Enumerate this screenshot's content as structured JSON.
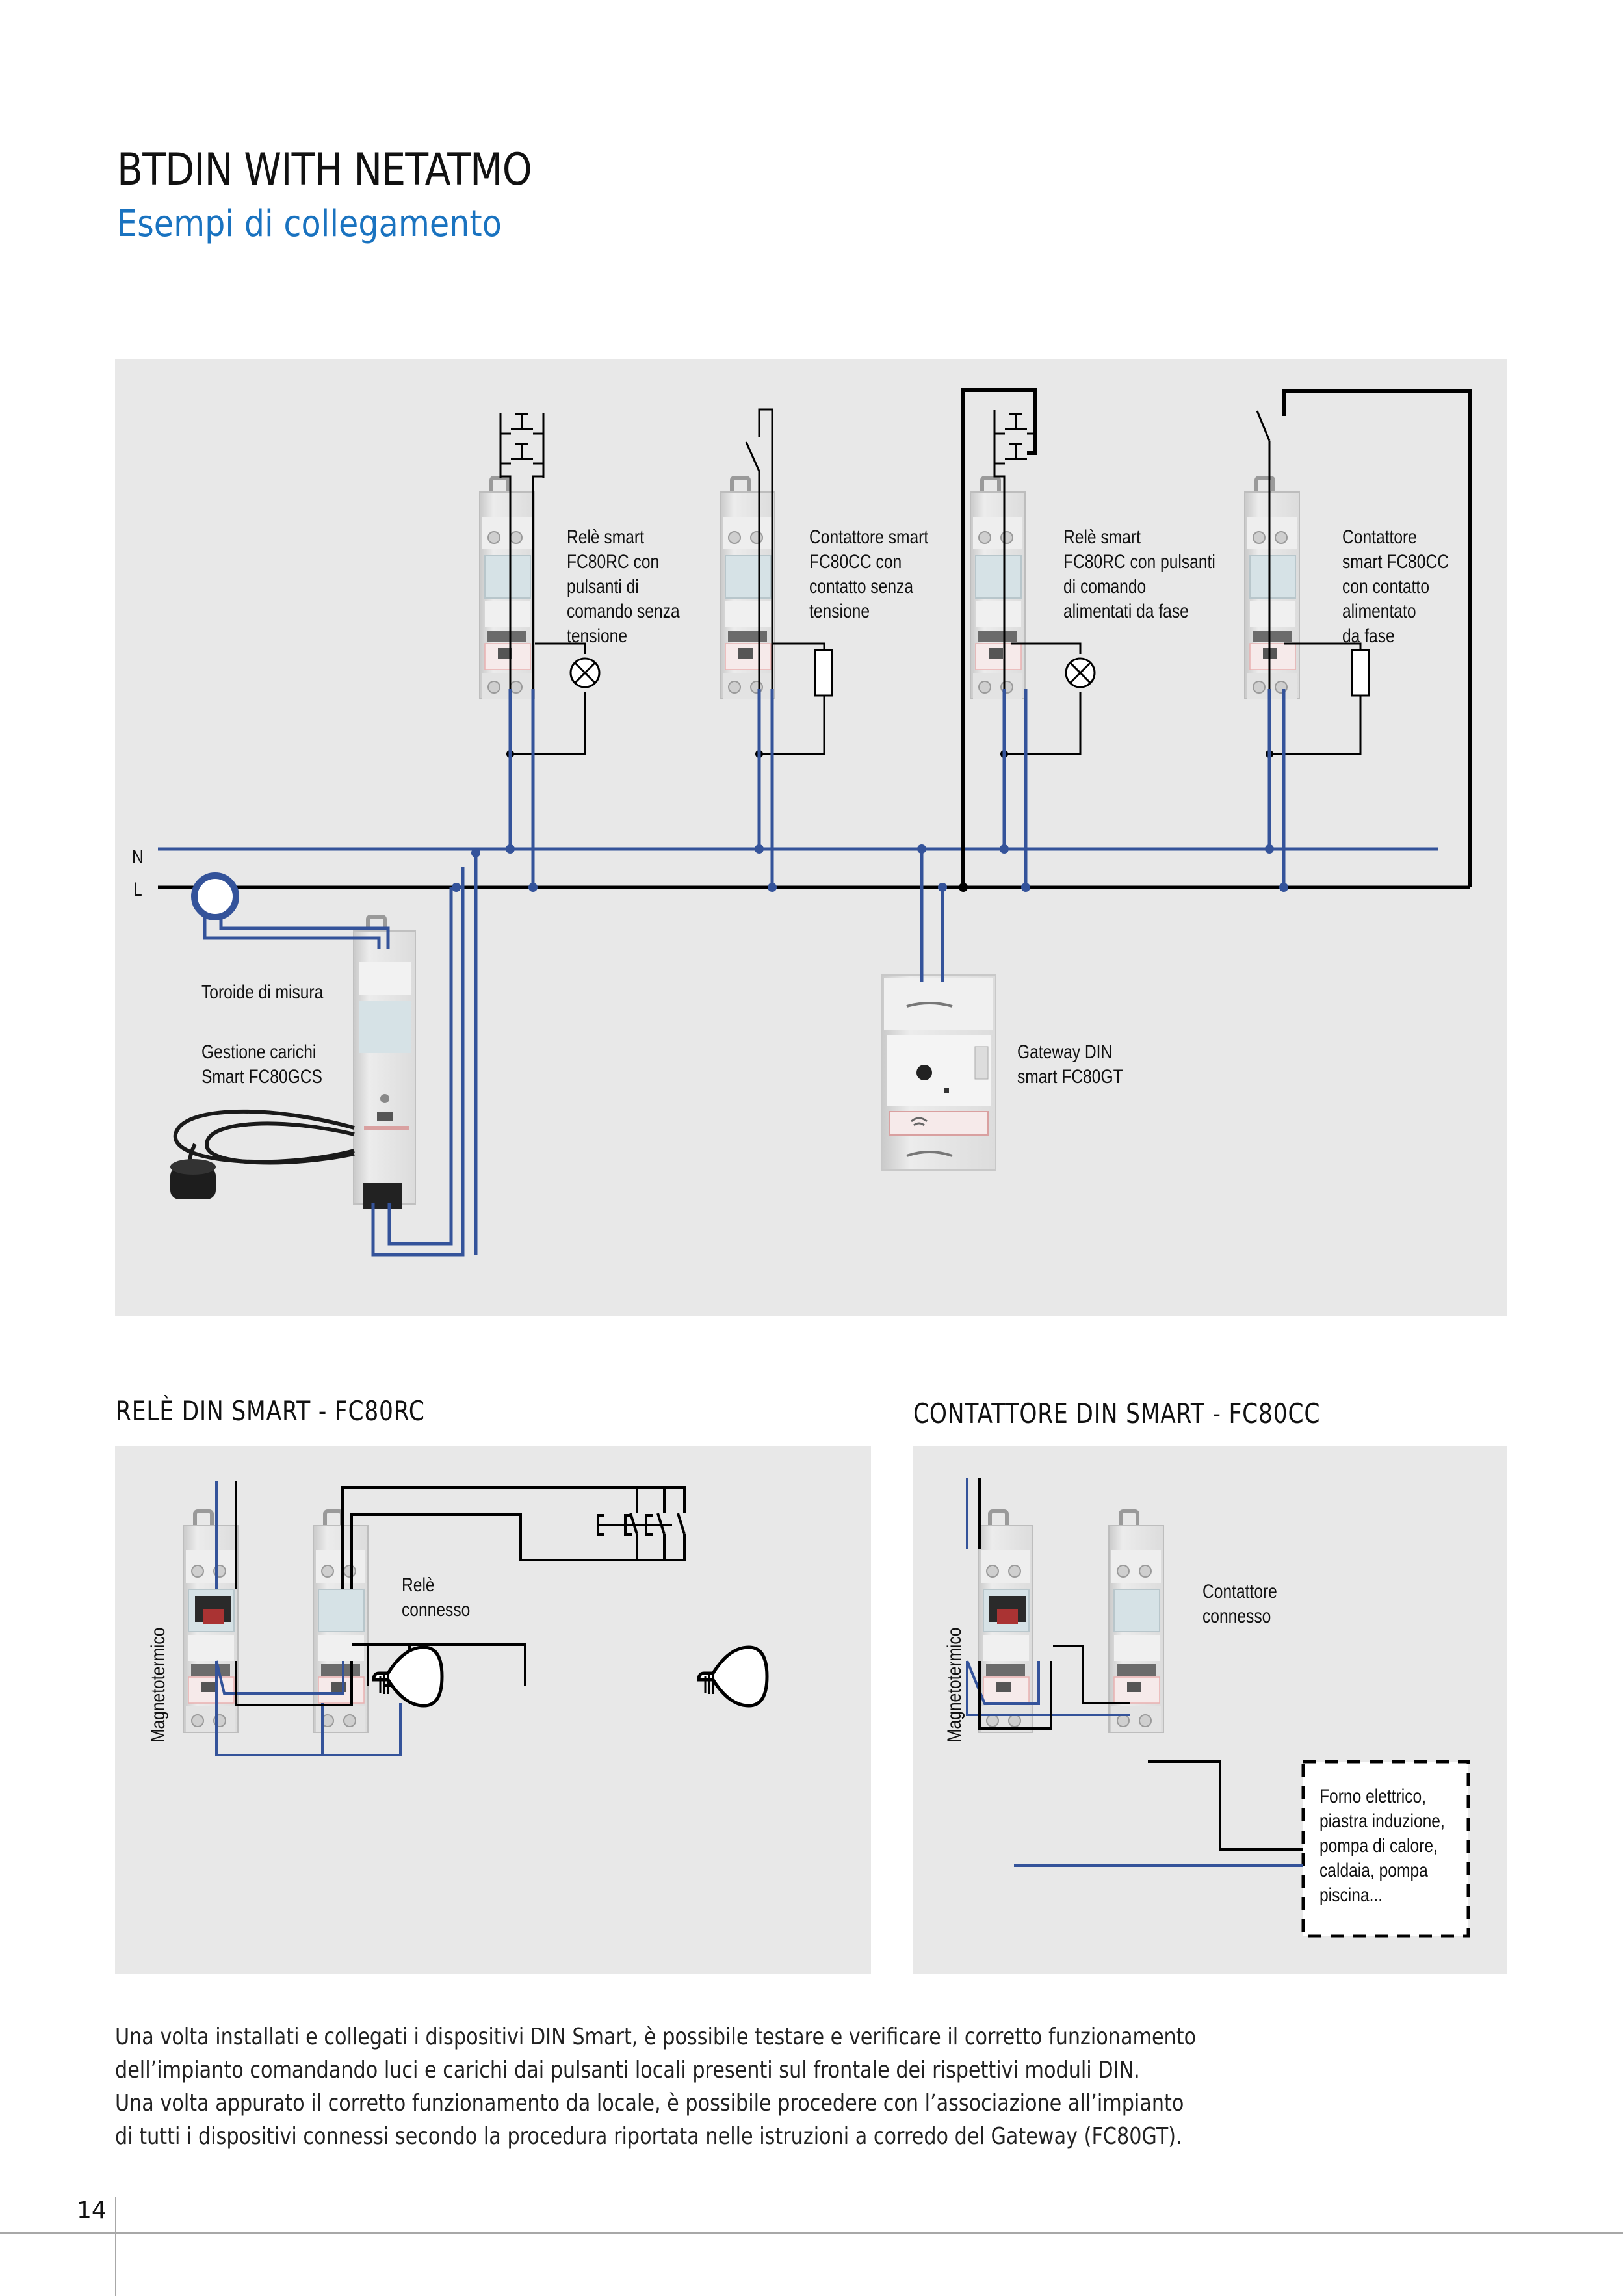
{
  "header": {
    "title": "BTDIN WITH NETATMO",
    "subtitle": "Esempi di collegamento"
  },
  "colors": {
    "accent_blue": "#1a73c0",
    "wire_neutral": "#34539a",
    "wire_phase": "#000000",
    "panel_bg": "#e8e8e8"
  },
  "main_diagram": {
    "bus_labels": {
      "neutral": "N",
      "phase": "L"
    },
    "devices": [
      {
        "id": "rele-fc80rc-no-voltage",
        "lines": [
          "Relè smart",
          "FC80RC con",
          "pulsanti di",
          "comando senza",
          "tensione"
        ],
        "load_icon": "lamp-icon"
      },
      {
        "id": "contattore-fc80cc-no-voltage",
        "lines": [
          "Contattore smart",
          "FC80CC con",
          "contatto senza",
          "tensione"
        ],
        "load_icon": "load-box-icon"
      },
      {
        "id": "rele-fc80rc-phase",
        "lines": [
          "Relè smart",
          "FC80RC con pulsanti",
          "di comando",
          "alimentati da fase"
        ],
        "load_icon": "lamp-icon"
      },
      {
        "id": "contattore-fc80cc-phase",
        "lines": [
          "Contattore",
          "smart FC80CC",
          "con contatto",
          "alimentato",
          "da fase"
        ],
        "load_icon": "load-box-icon"
      }
    ],
    "toroid_label": "Toroide di misura",
    "load_manager_lines": [
      "Gestione carichi",
      "Smart FC80GCS"
    ],
    "gateway_lines": [
      "Gateway DIN",
      "smart FC80GT"
    ]
  },
  "sections": {
    "rele": {
      "title": "RELÈ DIN SMART - FC80RC",
      "breaker_label": "Magnetotermico",
      "device_lines": [
        "Relè",
        "connesso"
      ]
    },
    "contattore": {
      "title": "CONTATTORE DIN SMART - FC80CC",
      "breaker_label": "Magnetotermico",
      "device_lines": [
        "Contattore",
        "connesso"
      ],
      "load_lines": [
        "Forno elettrico,",
        "piastra induzione,",
        "pompa di calore,",
        "caldaia, pompa",
        "piscina..."
      ]
    }
  },
  "body": {
    "lines": [
      "Una volta installati e collegati i dispositivi DIN Smart, è possibile testare e verificare il corretto funzionamento",
      "dell’impianto comandando luci e carichi dai pulsanti locali presenti sul frontale dei rispettivi moduli DIN.",
      "Una volta appurato il corretto funzionamento da locale, è possibile procedere con l’associazione all’impianto",
      "di tutti i dispositivi connessi secondo la procedura riportata nelle istruzioni a corredo del Gateway (FC80GT)."
    ]
  },
  "footer": {
    "page_number": "14"
  }
}
